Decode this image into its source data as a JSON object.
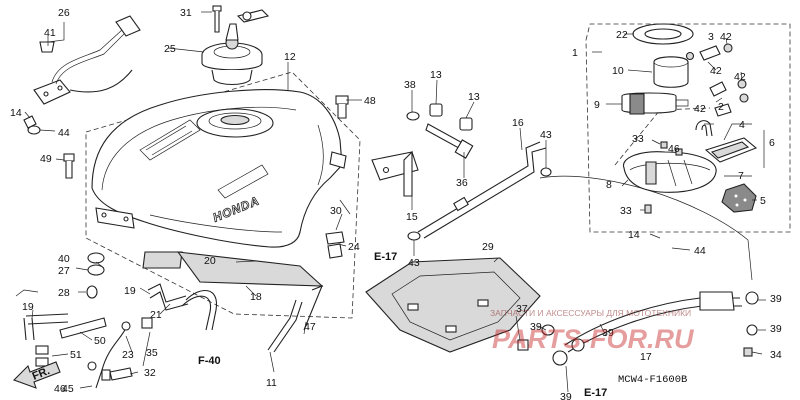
{
  "diagram": {
    "parts": [
      {
        "id": "p1",
        "label": "1"
      },
      {
        "id": "p2",
        "label": "2"
      },
      {
        "id": "p3",
        "label": "3"
      },
      {
        "id": "p4",
        "label": "4"
      },
      {
        "id": "p5",
        "label": "5"
      },
      {
        "id": "p6",
        "label": "6"
      },
      {
        "id": "p7",
        "label": "7"
      },
      {
        "id": "p8",
        "label": "8"
      },
      {
        "id": "p9",
        "label": "9"
      },
      {
        "id": "p10",
        "label": "10"
      },
      {
        "id": "p11",
        "label": "11"
      },
      {
        "id": "p12",
        "label": "12"
      },
      {
        "id": "p13a",
        "label": "13"
      },
      {
        "id": "p13b",
        "label": "13"
      },
      {
        "id": "p14a",
        "label": "14"
      },
      {
        "id": "p14b",
        "label": "14"
      },
      {
        "id": "p15",
        "label": "15"
      },
      {
        "id": "p16",
        "label": "16"
      },
      {
        "id": "p17",
        "label": "17"
      },
      {
        "id": "p18",
        "label": "18"
      },
      {
        "id": "p19",
        "label": "19"
      },
      {
        "id": "p19b",
        "label": "19"
      },
      {
        "id": "p20",
        "label": "20"
      },
      {
        "id": "p21",
        "label": "21"
      },
      {
        "id": "p22",
        "label": "22"
      },
      {
        "id": "p23",
        "label": "23"
      },
      {
        "id": "p24",
        "label": "24"
      },
      {
        "id": "p25",
        "label": "25"
      },
      {
        "id": "p26",
        "label": "26"
      },
      {
        "id": "p27",
        "label": "27"
      },
      {
        "id": "p28",
        "label": "28"
      },
      {
        "id": "p29",
        "label": "29"
      },
      {
        "id": "p30",
        "label": "30"
      },
      {
        "id": "p31",
        "label": "31"
      },
      {
        "id": "p32",
        "label": "32"
      },
      {
        "id": "p33a",
        "label": "33"
      },
      {
        "id": "p33b",
        "label": "33"
      },
      {
        "id": "p34",
        "label": "34"
      },
      {
        "id": "p35",
        "label": "35"
      },
      {
        "id": "p36",
        "label": "36"
      },
      {
        "id": "p37",
        "label": "37"
      },
      {
        "id": "p38",
        "label": "38"
      },
      {
        "id": "p39a",
        "label": "39"
      },
      {
        "id": "p39b",
        "label": "39"
      },
      {
        "id": "p39c",
        "label": "39"
      },
      {
        "id": "p39d",
        "label": "39"
      },
      {
        "id": "p39e",
        "label": "39"
      },
      {
        "id": "p40",
        "label": "40"
      },
      {
        "id": "p41",
        "label": "41"
      },
      {
        "id": "p42a",
        "label": "42"
      },
      {
        "id": "p42b",
        "label": "42"
      },
      {
        "id": "p42c",
        "label": "42"
      },
      {
        "id": "p42d",
        "label": "42"
      },
      {
        "id": "p43a",
        "label": "43"
      },
      {
        "id": "p43b",
        "label": "43"
      },
      {
        "id": "p44a",
        "label": "44"
      },
      {
        "id": "p44b",
        "label": "44"
      },
      {
        "id": "p45",
        "label": "45"
      },
      {
        "id": "p46",
        "label": "46"
      },
      {
        "id": "p46b",
        "label": "46"
      },
      {
        "id": "p47",
        "label": "47"
      },
      {
        "id": "p48",
        "label": "48"
      },
      {
        "id": "p49",
        "label": "49"
      },
      {
        "id": "p50",
        "label": "50"
      },
      {
        "id": "p51",
        "label": "51"
      }
    ],
    "refs": [
      {
        "id": "e17a",
        "label": "E-17"
      },
      {
        "id": "e17b",
        "label": "E-17"
      },
      {
        "id": "f40",
        "label": "F-40"
      }
    ],
    "front_arrow": "FR.",
    "tank_brand": "HONDA",
    "diagram_code": "MCW4-F1600B"
  },
  "watermark": {
    "tagline": "ЗАПЧАСТИ И АКСЕССУАРЫ ДЛЯ МОТОТЕХНИКИ",
    "site": "PARTS-FOR.RU"
  },
  "colors": {
    "line": "#222222",
    "background": "#ffffff",
    "watermark": "#c62828"
  }
}
